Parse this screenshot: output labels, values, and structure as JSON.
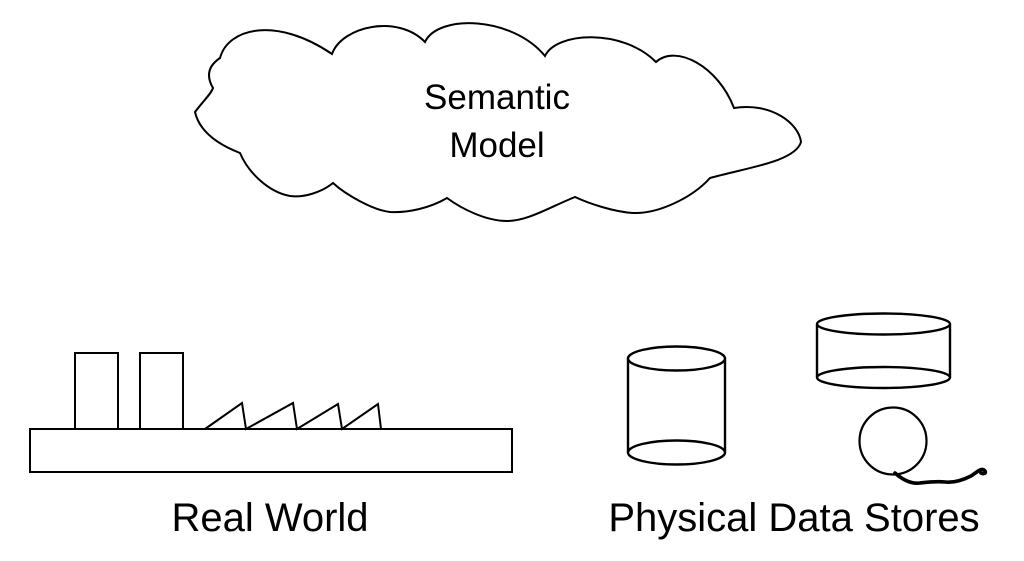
{
  "page": {
    "background": "#ffffff",
    "ink": "#000000"
  },
  "diagram": {
    "semantic_model": {
      "shape": "cloud",
      "label": "Semantic Model",
      "lines": [
        "Semantic",
        "Model"
      ]
    },
    "real_world": {
      "shape": "factory",
      "label": "Real World"
    },
    "physical_data_stores": {
      "label": "Physical Data Stores",
      "shapes": [
        "tall-cylinder",
        "wide-cylinder",
        "balloon-with-string"
      ]
    }
  }
}
